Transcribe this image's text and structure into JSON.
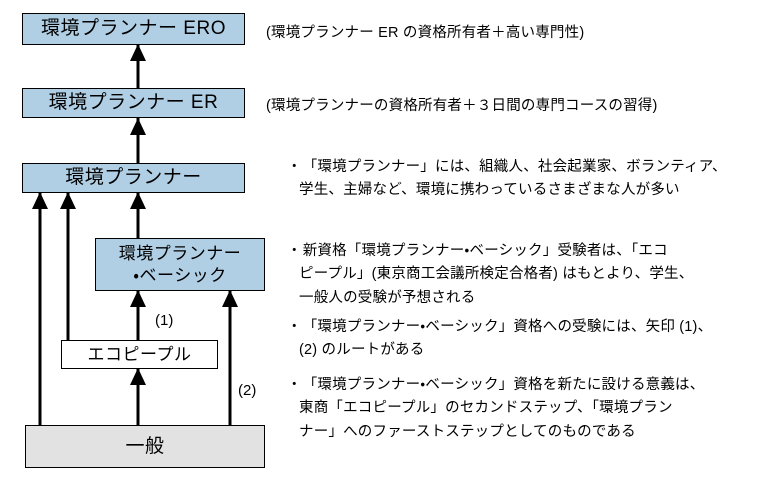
{
  "diagram": {
    "boxes": [
      {
        "id": "ero",
        "label": "環境プランナー ERO"
      },
      {
        "id": "er",
        "label": "環境プランナー ER"
      },
      {
        "id": "planner",
        "label": "環境プランナー"
      },
      {
        "id": "basic",
        "label": "環境プランナー\n・ベーシック"
      },
      {
        "id": "ecopeople",
        "label": "エコピープル"
      },
      {
        "id": "general",
        "label": "一般"
      }
    ],
    "route_labels": [
      {
        "id": "route-1",
        "label": "(1)"
      },
      {
        "id": "route-2",
        "label": "(2)"
      }
    ],
    "colors": {
      "qualification_fill": "#b0cfe4",
      "base_fill": "#e2e2e2",
      "plain_fill": "#ffffff",
      "stroke": "#000000"
    }
  },
  "annotations": {
    "ero_note": "(環境プランナー ER の資格所有者＋高い専門性)",
    "er_note": "(環境プランナーの資格所有者＋３日間の専門コースの習得)",
    "bullets": [
      {
        "mark": "・",
        "text": "「環境プランナー」には、組織人、社会起業家、ボランティア、\n学生、主婦など、環境に携わっているさまざまな人が多い"
      },
      {
        "mark": "・",
        "text": "新資格「環境プランナー・ベーシック」受験者は、「エコ\nピープル」(東京商工会議所検定合格者) はもとより、学生、\n一般人の受験が予想される"
      },
      {
        "mark": "・",
        "text": "「環境プランナー・ベーシック」資格への受験には、矢印 (1)、\n(2) のルートがある"
      },
      {
        "mark": "・",
        "text": "「環境プランナー・ベーシック」資格を新たに設ける意義は、\n東商「エコピープル」のセカンドステップ、「環境プラン\nナー」へのファーストステップとしてのものである"
      }
    ]
  }
}
